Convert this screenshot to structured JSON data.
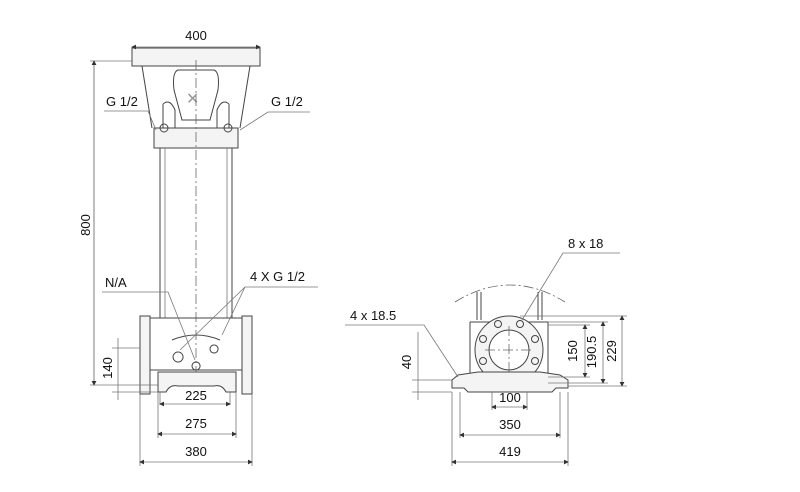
{
  "side_view": {
    "dim_top_width": "400",
    "dim_height": "800",
    "dim_inlet_height": "140",
    "dim_base_225": "225",
    "dim_base_275": "275",
    "dim_flange_380": "380",
    "label_g_left": "G 1/2",
    "label_g_right": "G 1/2",
    "label_na": "N/A",
    "label_4xg": "4 X G 1/2"
  },
  "front_view": {
    "label_bolt_holes": "8 x 18",
    "label_foot_holes": "4 x 18.5",
    "dim_40": "40",
    "dim_100": "100",
    "dim_350": "350",
    "dim_419": "419",
    "dim_150": "150",
    "dim_190_5": "190.5",
    "dim_229": "229"
  }
}
